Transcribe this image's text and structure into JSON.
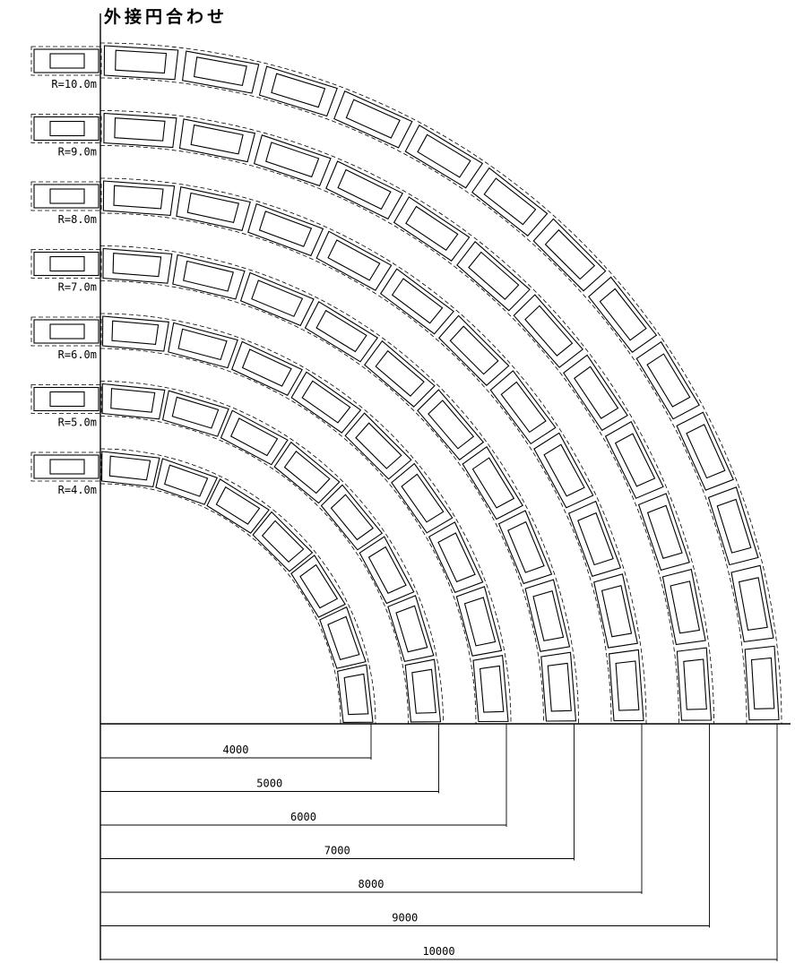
{
  "title": "外接円合わせ",
  "tracks": [
    {
      "radius_mm": 10000,
      "label": "R=10.0m",
      "segments": 13
    },
    {
      "radius_mm": 9000,
      "label": "R=9.0m",
      "segments": 12
    },
    {
      "radius_mm": 8000,
      "label": "R=8.0m",
      "segments": 11
    },
    {
      "radius_mm": 7000,
      "label": "R=7.0m",
      "segments": 10
    },
    {
      "radius_mm": 6000,
      "label": "R=6.0m",
      "segments": 9
    },
    {
      "radius_mm": 5000,
      "label": "R=5.0m",
      "segments": 8
    },
    {
      "radius_mm": 4000,
      "label": "R=4.0m",
      "segments": 7
    }
  ],
  "dimensions": [
    "4000",
    "5000",
    "6000",
    "7000",
    "8000",
    "9000",
    "10000"
  ]
}
